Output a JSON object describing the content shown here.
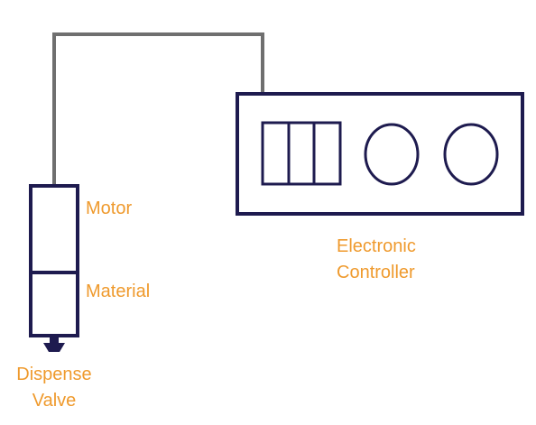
{
  "colors": {
    "outline": "#1e1b4f",
    "cable": "#6f6f6f",
    "label": "#ef9a2d",
    "background": "#ffffff"
  },
  "labels": {
    "motor": "Motor",
    "material": "Material",
    "dispense_valve_line1": "Dispense",
    "dispense_valve_line2": "Valve",
    "controller_line1": "Electronic",
    "controller_line2": "Controller"
  },
  "components": {
    "controller": {
      "switch_bank_segments": 3,
      "knobs": [
        "knob-left",
        "knob-right"
      ]
    }
  }
}
